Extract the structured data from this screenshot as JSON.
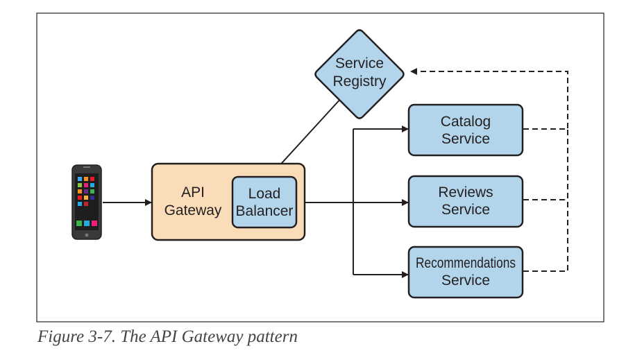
{
  "diagram": {
    "nodes": {
      "service_registry": {
        "line1": "Service",
        "line2": "Registry"
      },
      "api_gateway": {
        "line1": "API",
        "line2": "Gateway"
      },
      "load_balancer": {
        "line1": "Load",
        "line2": "Balancer"
      },
      "catalog_service": {
        "line1": "Catalog",
        "line2": "Service"
      },
      "reviews_service": {
        "line1": "Reviews",
        "line2": "Service"
      },
      "recommendations_service": {
        "line1": "Recommendations",
        "line2": "Service"
      }
    },
    "colors": {
      "service_fill": "#b3d5eb",
      "gateway_fill": "#fbdcb9",
      "stroke": "#231f20"
    }
  },
  "caption": "Figure 3-7. The API Gateway pattern"
}
